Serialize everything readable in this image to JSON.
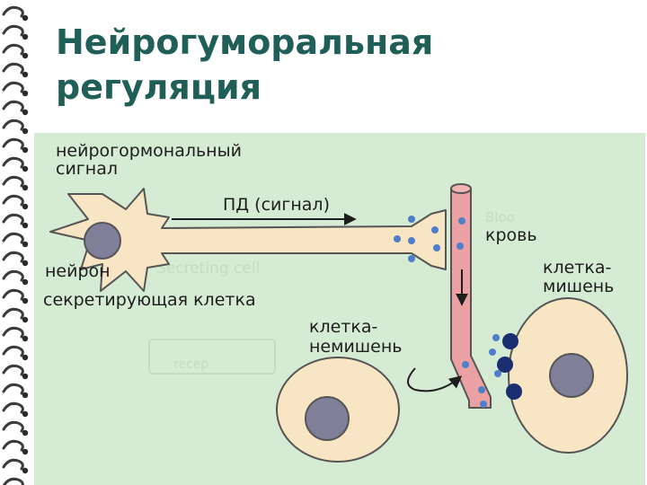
{
  "slide": {
    "title_line1": "Нейрогуморальная",
    "title_line2": "регуляция"
  },
  "diagram": {
    "labels": {
      "neurohormonal_line1": "нейрогормональный",
      "neurohormonal_line2": "сигнал",
      "action_potential": "ПД (сигнал)",
      "neuron": "нейрон",
      "secreting_cell": "секретирующая клетка",
      "blood": "кровь",
      "target_cell_line1": "клетка-",
      "target_cell_line2": "мишень",
      "nontarget_cell_line1": "клетка-",
      "nontarget_cell_line2": "немишень"
    },
    "faded_labels": {
      "blood": "Bloo",
      "secreting_cell": "Secreting cell",
      "receptor": "recep"
    },
    "colors": {
      "title": "#1f5f57",
      "panel_background": "#d6ebd3",
      "cell_fill": "#f8e5c3",
      "nucleus": "#7f7f99",
      "vessel": "#eba1a3",
      "hormone_dot": "#4f7ec9",
      "receptor": "#1a2e70"
    }
  }
}
